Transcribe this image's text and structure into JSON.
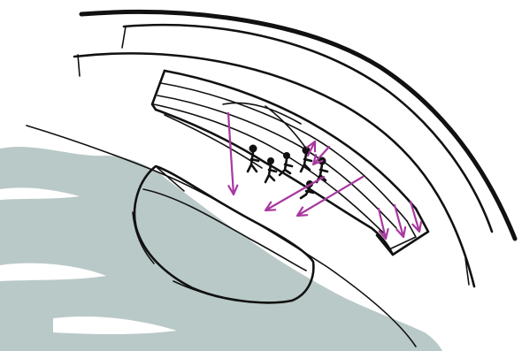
{
  "colors": {
    "ink": "#111111",
    "arrow": "#a8389f",
    "water": "#b9c9c7",
    "paper": "#ffffff"
  },
  "drawing": {
    "kind": "hand-drawn ink sketch",
    "ink_lines": "black marker",
    "arrow_count": 8
  }
}
